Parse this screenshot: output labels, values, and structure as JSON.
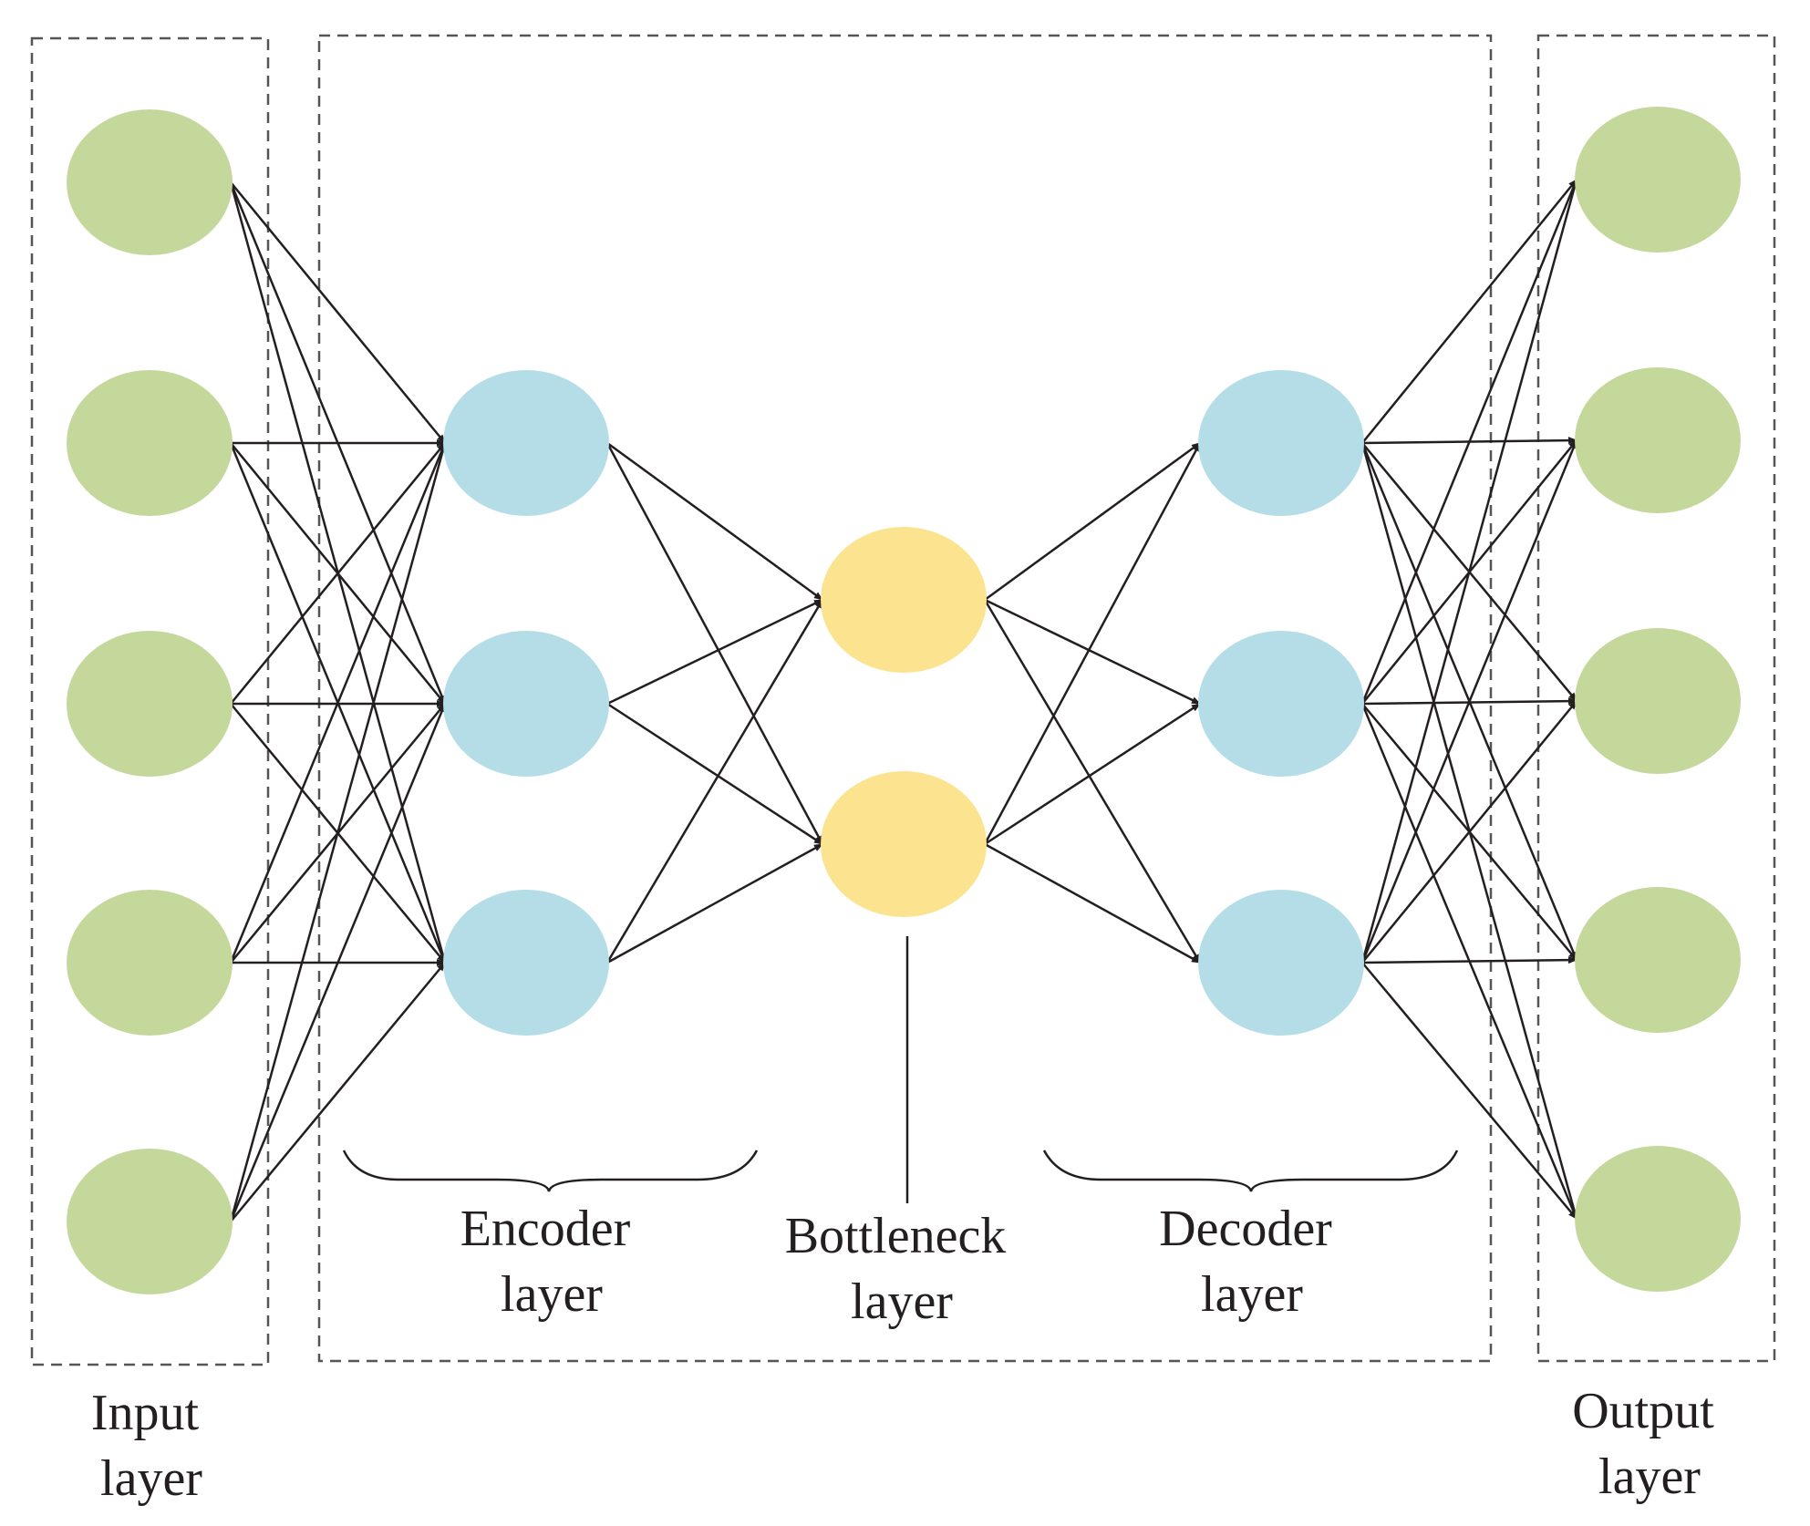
{
  "layers": [
    {
      "id": "input",
      "label_lines": [
        "Input",
        "layer"
      ],
      "node_count": 5,
      "color": "#c5d89c"
    },
    {
      "id": "encoder",
      "label_lines": [
        "Encoder",
        "layer"
      ],
      "node_count": 3,
      "color": "#b5dde8"
    },
    {
      "id": "bottleneck",
      "label_lines": [
        "Bottleneck",
        "layer"
      ],
      "node_count": 2,
      "color": "#fbe38f"
    },
    {
      "id": "decoder",
      "label_lines": [
        "Decoder",
        "layer"
      ],
      "node_count": 3,
      "color": "#b5dde8"
    },
    {
      "id": "output",
      "label_lines": [
        "Output",
        "layer"
      ],
      "node_count": 5,
      "color": "#c5d89c"
    }
  ],
  "colors": {
    "edge": "#231f20",
    "dashed_border": "#555555",
    "text": "#231f20"
  }
}
